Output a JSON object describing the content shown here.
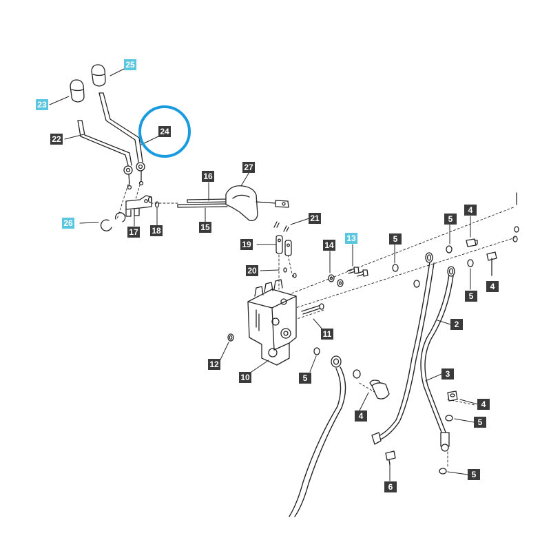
{
  "colors": {
    "label_dark": "#3a3a3a",
    "label_highlight": "#5bc6e0",
    "selection_ring": "#1a9be0",
    "line": "#222222"
  },
  "highlight_ring_target": "24",
  "callouts": {
    "c1": {
      "text": "25",
      "style": "highlight"
    },
    "c2": {
      "text": "23",
      "style": "highlight"
    },
    "c3": {
      "text": "24",
      "style": "normal"
    },
    "c4": {
      "text": "22",
      "style": "normal"
    },
    "c5": {
      "text": "16",
      "style": "normal"
    },
    "c6": {
      "text": "27",
      "style": "normal"
    },
    "c7": {
      "text": "26",
      "style": "highlight"
    },
    "c8": {
      "text": "17",
      "style": "normal"
    },
    "c9": {
      "text": "18",
      "style": "normal"
    },
    "c10": {
      "text": "15",
      "style": "normal"
    },
    "c11": {
      "text": "21",
      "style": "normal"
    },
    "c12": {
      "text": "19",
      "style": "normal"
    },
    "c13": {
      "text": "14",
      "style": "normal"
    },
    "c14": {
      "text": "13",
      "style": "highlight"
    },
    "c15": {
      "text": "5",
      "style": "normal"
    },
    "c16": {
      "text": "5",
      "style": "normal"
    },
    "c17": {
      "text": "4",
      "style": "normal"
    },
    "c18": {
      "text": "20",
      "style": "normal"
    },
    "c19": {
      "text": "5",
      "style": "normal"
    },
    "c20": {
      "text": "4",
      "style": "normal"
    },
    "c21": {
      "text": "2",
      "style": "normal"
    },
    "c22": {
      "text": "11",
      "style": "normal"
    },
    "c23": {
      "text": "12",
      "style": "normal"
    },
    "c24": {
      "text": "10",
      "style": "normal"
    },
    "c25": {
      "text": "5",
      "style": "normal"
    },
    "c26": {
      "text": "3",
      "style": "normal"
    },
    "c27": {
      "text": "4",
      "style": "normal"
    },
    "c28": {
      "text": "4",
      "style": "normal"
    },
    "c29": {
      "text": "5",
      "style": "normal"
    },
    "c30": {
      "text": "5",
      "style": "normal"
    },
    "c31": {
      "text": "6",
      "style": "normal"
    }
  }
}
